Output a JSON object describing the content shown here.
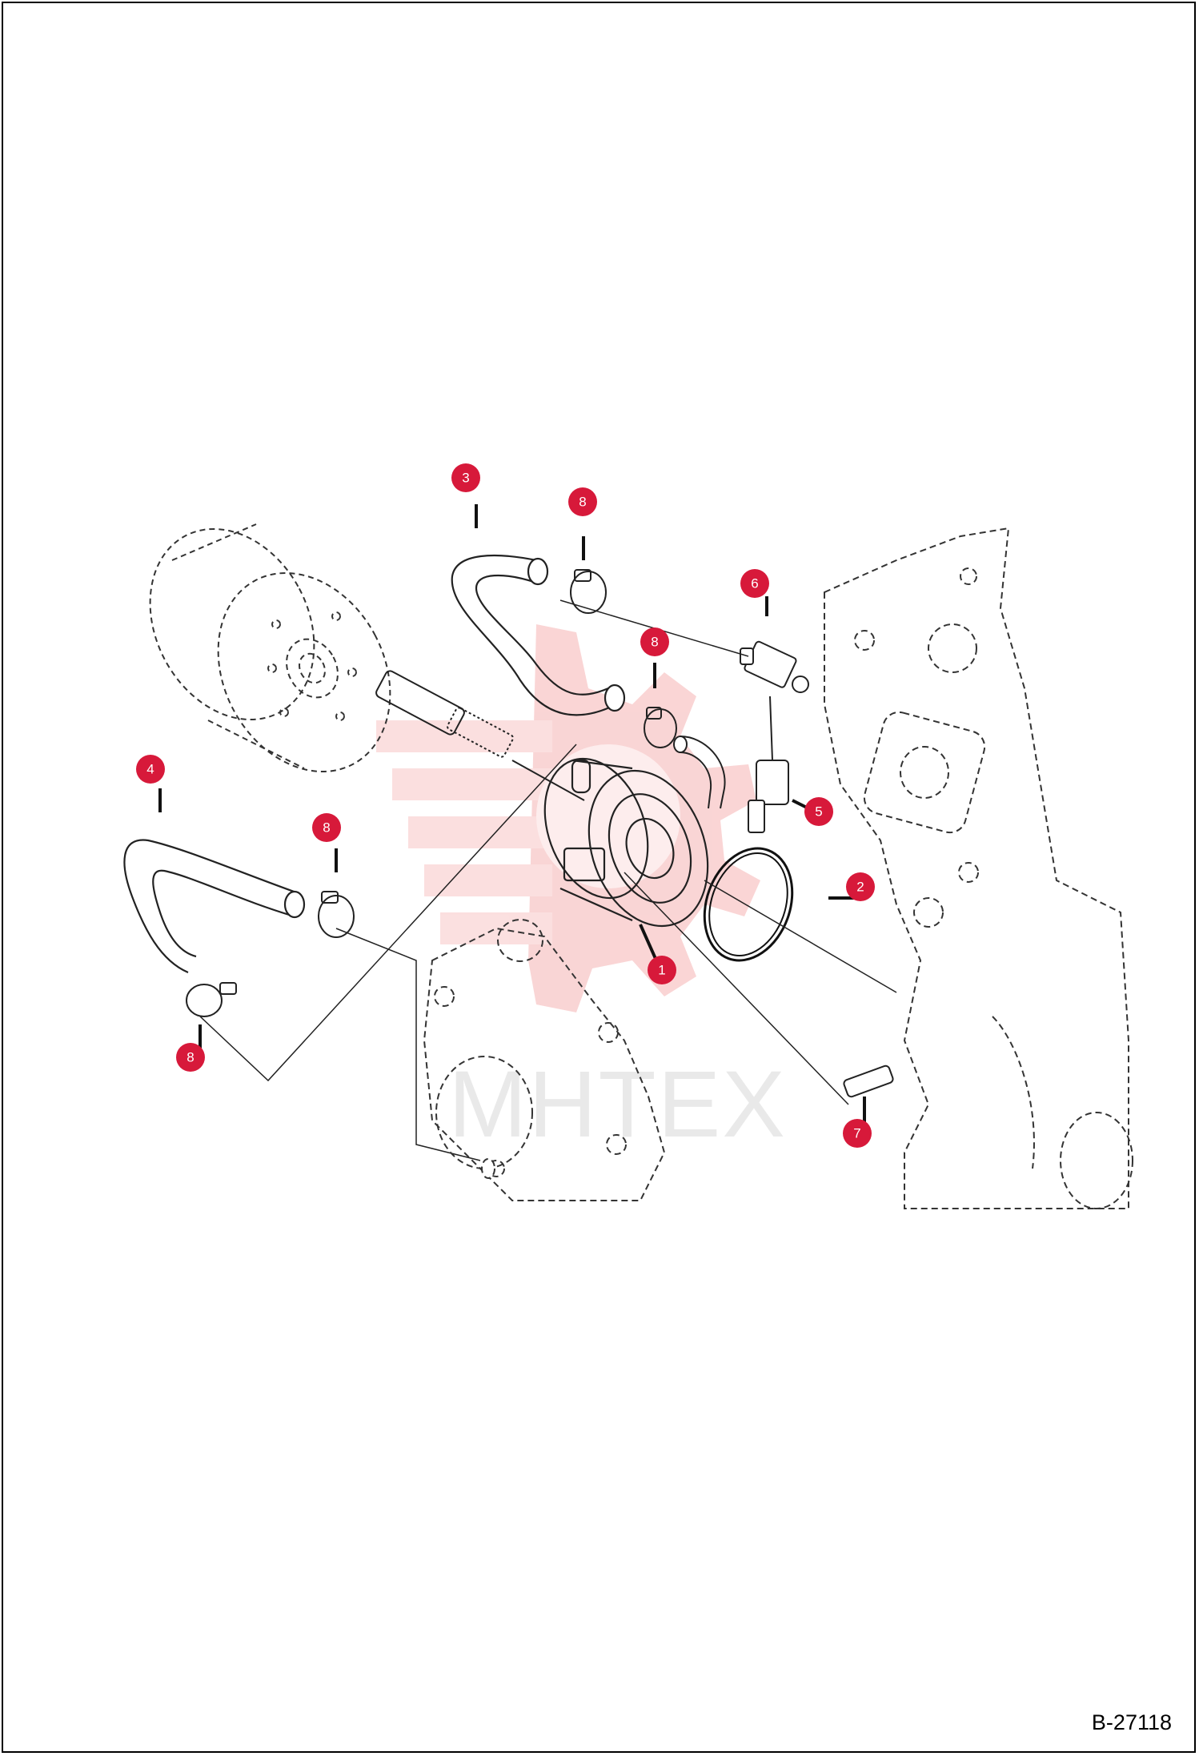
{
  "diagram": {
    "reference_code": "B-27118",
    "watermark_text": "MHTEX",
    "callout_color": "#d7193a",
    "watermark_color": "#f5a8a8",
    "callouts": [
      {
        "id": "c3a",
        "label": "3"
      },
      {
        "id": "c8a",
        "label": "8"
      },
      {
        "id": "c6",
        "label": "6"
      },
      {
        "id": "c8b",
        "label": "8"
      },
      {
        "id": "c4",
        "label": "4"
      },
      {
        "id": "c8c",
        "label": "8"
      },
      {
        "id": "c5",
        "label": "5"
      },
      {
        "id": "c2",
        "label": "2"
      },
      {
        "id": "c1",
        "label": "1"
      },
      {
        "id": "c8d",
        "label": "8"
      },
      {
        "id": "c7",
        "label": "7"
      }
    ]
  }
}
